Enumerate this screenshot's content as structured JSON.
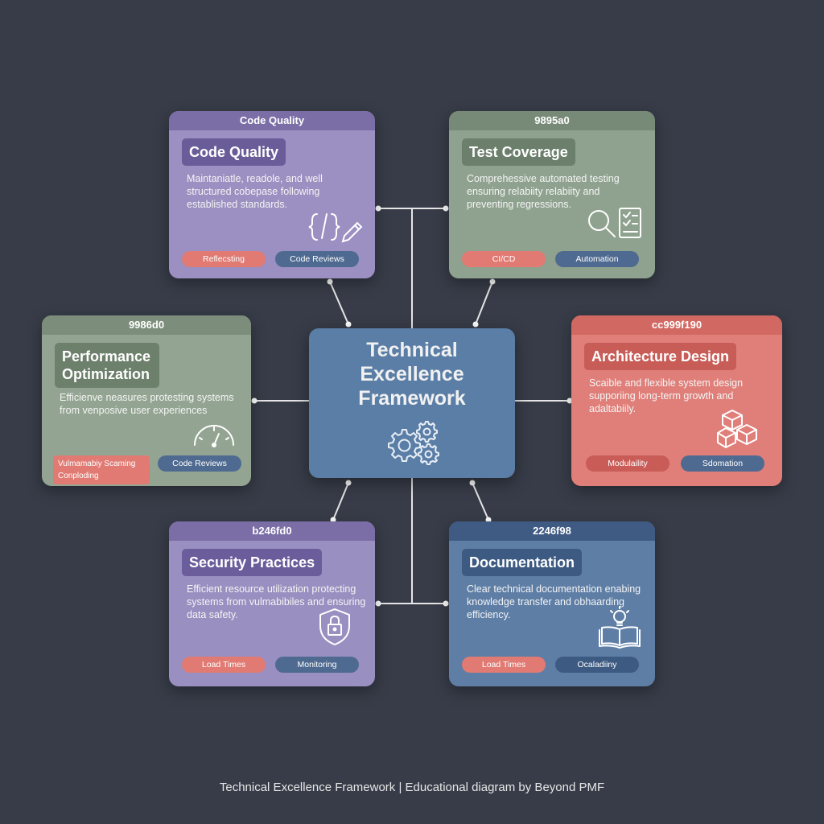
{
  "center": {
    "title": "Technical Excellence Framework",
    "icon": "gears-icon"
  },
  "cards": {
    "code_quality": {
      "header": "Code Quality",
      "title": "Code Quality",
      "description": "Maintaniatle, readole, and well structured cobepase following established standards.",
      "tags": [
        "Reflecsting",
        "Code Reviews"
      ],
      "icon": "code-edit-icon"
    },
    "test_coverage": {
      "header": "9895a0",
      "title": "Test Coverage",
      "description": "Comprehessive automated testing ensuring relabiity relabiity and preventing regressions.",
      "tags": [
        "CI/CD",
        "Automation"
      ],
      "icon": "search-checklist-icon"
    },
    "performance": {
      "header": "9986d0",
      "title": "Performance Optimization",
      "description": "Efficienve neasures protesting systems from venposive user experiences",
      "tags": [
        "Vulmamabiy Scaming Conploding",
        "Code Reviews"
      ],
      "icon": "gauge-icon"
    },
    "architecture": {
      "header": "cc999f190",
      "title": "Architecture Design",
      "description": "Scaible and flexible system design supporiing long-term growth and adaltabiily.",
      "tags": [
        "Modulaility",
        "Sdomation"
      ],
      "icon": "cubes-icon"
    },
    "security": {
      "header": "b246fd0",
      "title": "Security Practices",
      "description": "Efficient resource utilization protecting systems from vulmabibiles and ensuring data safety.",
      "tags": [
        "Load Times",
        "Monitoring"
      ],
      "icon": "shield-lock-icon"
    },
    "documentation": {
      "header": "2246f98",
      "title": "Documentation",
      "description": "Clear technical documentation enabing knowledge transfer and obhaarding efficiency.",
      "tags": [
        "Load Times",
        "Ocaladiiny"
      ],
      "icon": "book-lightbulb-icon"
    }
  },
  "colors": {
    "background": "#373c48",
    "connector": "#e6e6e6",
    "center": "#5b7ea6",
    "purple": "#9c8fc1",
    "green": "#8fa28f",
    "coral": "#e07f79",
    "blue": "#5e7ea6",
    "tag_coral": "#e07a73",
    "tag_blue": "#4f6a90"
  },
  "footer": "Technical Excellence Framework | Educational diagram by Beyond PMF"
}
